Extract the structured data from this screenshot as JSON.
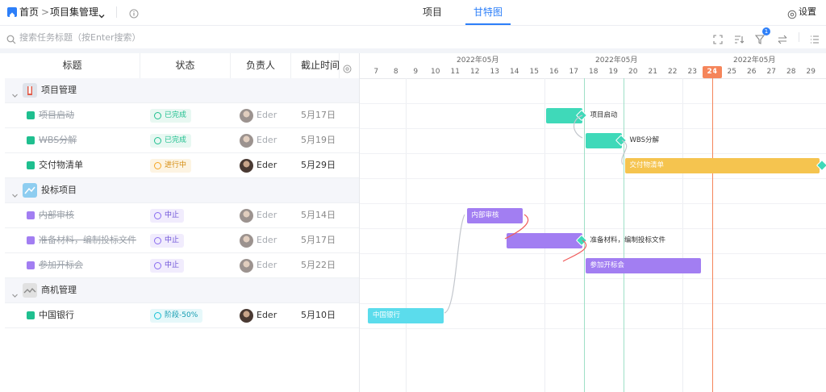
{
  "breadcrumb": {
    "home": "首页",
    "separator": ">",
    "current": "项目集管理"
  },
  "tabs": [
    {
      "label": "项目",
      "active": false
    },
    {
      "label": "甘特图",
      "active": true
    }
  ],
  "settings_label": "设置",
  "search": {
    "placeholder": "搜索任务标题（按Enter搜索）"
  },
  "filter_badge": "1",
  "columns": {
    "title": "标题",
    "status": "状态",
    "owner": "负责人",
    "due": "截止时间"
  },
  "groups": [
    {
      "name": "项目管理",
      "tasks": [
        {
          "title": "项目启动",
          "status": "已完成",
          "owner": "Eder",
          "due": "5月17日",
          "done": true
        },
        {
          "title": "WBS分解",
          "status": "已完成",
          "owner": "Eder",
          "due": "5月19日",
          "done": true
        },
        {
          "title": "交付物清单",
          "status": "进行中",
          "owner": "Eder",
          "due": "5月29日",
          "done": false
        }
      ]
    },
    {
      "name": "投标项目",
      "tasks": [
        {
          "title": "内部审核",
          "status": "中止",
          "owner": "Eder",
          "due": "5月14日",
          "done": true
        },
        {
          "title": "准备材料，编制投标文件",
          "status": "中止",
          "owner": "Eder",
          "due": "5月17日",
          "done": true
        },
        {
          "title": "参加开标会",
          "status": "中止",
          "owner": "Eder",
          "due": "5月22日",
          "done": true
        }
      ]
    },
    {
      "name": "商机管理",
      "tasks": [
        {
          "title": "中国银行",
          "status": "阶段-50%",
          "owner": "Eder",
          "due": "5月10日",
          "done": false
        }
      ]
    }
  ],
  "timeline": {
    "month_labels": [
      "2022年05月",
      "2022年05月",
      "2022年05月"
    ],
    "days": [
      "7",
      "8",
      "9",
      "10",
      "11",
      "12",
      "13",
      "14",
      "15",
      "16",
      "17",
      "18",
      "19",
      "20",
      "21",
      "22",
      "23",
      "24",
      "25",
      "26",
      "27",
      "28",
      "29"
    ],
    "today": "24"
  },
  "bars": [
    {
      "task": "项目启动",
      "start": 16,
      "end": 17,
      "label": "",
      "outside_label": "项目启动",
      "color": "#3fd9b9"
    },
    {
      "task": "WBS分解",
      "start": 18,
      "end": 19,
      "label": "",
      "outside_label": "WBS分解",
      "color": "#3fd9b9"
    },
    {
      "task": "交付物清单",
      "start": 20,
      "end": 29,
      "label": "交付物清单",
      "outside_label": "",
      "color": "#f5c44f"
    },
    {
      "task": "内部审核",
      "start": 12,
      "end": 14,
      "label": "内部审核",
      "outside_label": "",
      "color": "#a27ef2"
    },
    {
      "task": "准备材料，编制投标文件",
      "start": 14,
      "end": 17,
      "label": "",
      "outside_label": "准备材料，编制投标文件",
      "color": "#a27ef2"
    },
    {
      "task": "参加开标会",
      "start": 18,
      "end": 23,
      "label": "参加开标会",
      "outside_label": "",
      "color": "#a27ef2"
    },
    {
      "task": "中国银行",
      "start": 7,
      "end": 10,
      "label": "中国银行",
      "outside_label": "",
      "color": "#5bdcec"
    }
  ],
  "colors": {
    "accent": "#2d7ff9",
    "done_badge": "#1fbf8f",
    "progress_badge": "#f5a623",
    "stopped_badge": "#8a6cf0",
    "stage_badge": "#18c2d6",
    "today": "#f5855a"
  }
}
